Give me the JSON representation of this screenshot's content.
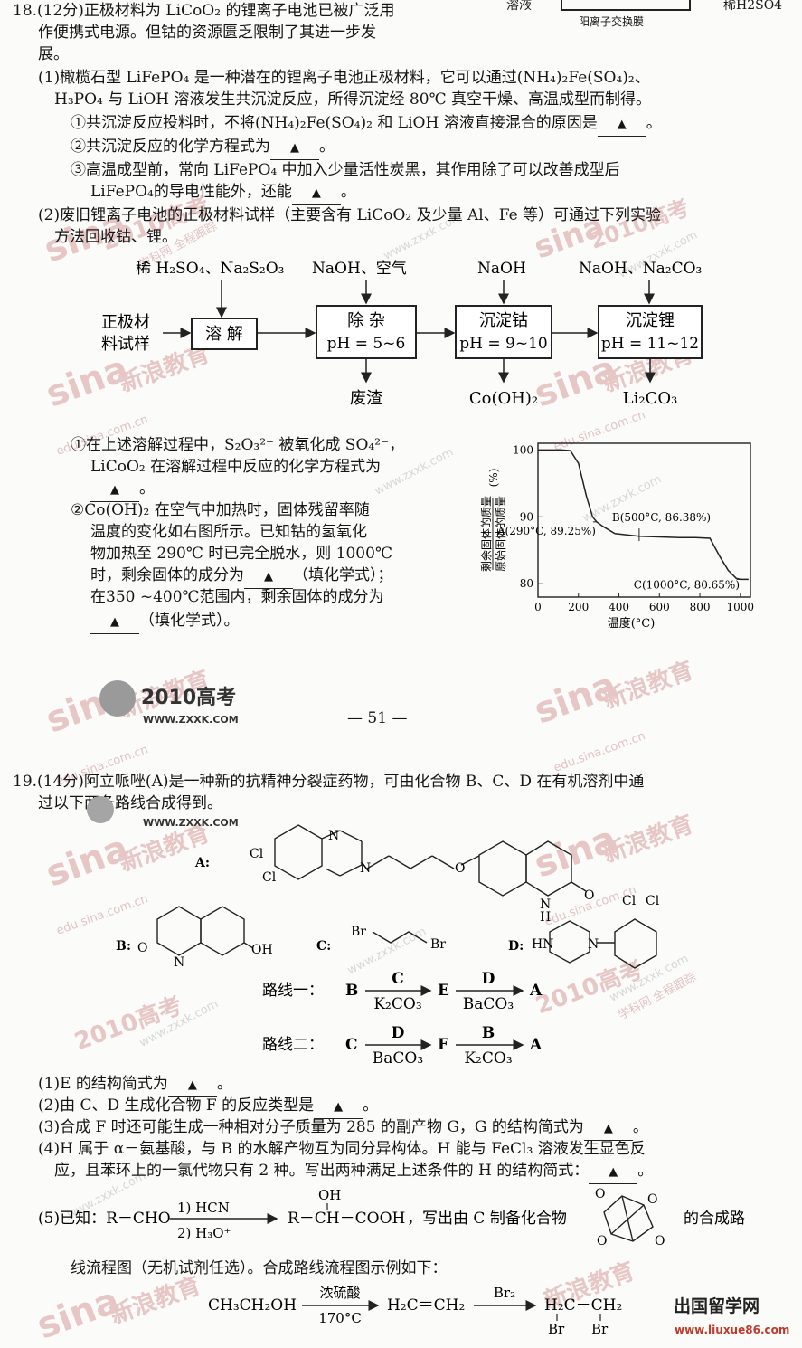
{
  "watermarks": {
    "sina": "sina",
    "xinlang": "新浪教育",
    "edu": "edu.sina.com.cn",
    "zxxk": "www.zxxk.com",
    "gaokao": "2010高考",
    "xuekewang": "学科网 全程跟踪"
  },
  "top_fragment": {
    "left": "溶液",
    "right": "稀H2SO4",
    "membrane": "阳离子交换膜"
  },
  "q18": {
    "head": "18.(12分)正极材料为 LiCoO₂ 的锂离子电池已被广泛用",
    "line2": "作便携式电源。但钴的资源匮乏限制了其进一步发",
    "line3": "展。",
    "p1": "(1)橄榄石型 LiFePO₄ 是一种潜在的锂离子电池正极材料，它可以通过(NH₄)₂Fe(SO₄)₂、",
    "p1b": "H₃PO₄ 与 LiOH 溶液发生共沉淀反应，所得沉淀经 80℃ 真空干燥、高温成型而制得。",
    "s1": "①共沉淀反应投料时，不将(NH₄)₂Fe(SO₄)₂ 和 LiOH 溶液直接混合的原因是",
    "s2": "②共沉淀反应的化学方程式为",
    "s3": "③高温成型前，常向 LiFePO₄ 中加入少量活性炭黑，其作用除了可以改善成型后",
    "s3b": "LiFePO₄的导电性能外，还能",
    "p2": "(2)废旧锂离子电池的正极材料试样（主要含有 LiCoO₂ 及少量 Al、Fe 等）可通过下列实验",
    "p2b": "方法回收钴、锂。",
    "flow": {
      "reagent1": "稀 H₂SO₄、Na₂S₂O₃",
      "reagent2": "NaOH、空气",
      "reagent3": "NaOH",
      "reagent4": "NaOH、Na₂CO₃",
      "start1": "正极材",
      "start2": "料试样",
      "b1": "溶 解",
      "b2a": "除 杂",
      "b2b": "pH = 5~6",
      "b3a": "沉淀钴",
      "b3b": "pH = 9~10",
      "b4a": "沉淀锂",
      "b4b": "pH = 11~12",
      "out2": "废渣",
      "out3": "Co(OH)₂",
      "out4": "Li₂CO₃"
    },
    "c1": "①在上述溶解过程中，S₂O₃²⁻ 被氧化成 SO₄²⁻，",
    "c1b": "LiCoO₂ 在溶解过程中反应的化学方程式为",
    "c2": "②Co(OH)₂ 在空气中加热时，固体残留率随",
    "c2b": "温度的变化如右图所示。已知钴的氢氧化",
    "c2c": "物加热至 290℃ 时已完全脱水，则 1000℃",
    "c2d": "时，剩余固体的成分为",
    "c2d_tail": "（填化学式）；",
    "c2e": "在350 ~400℃范围内，剩余固体的成分为",
    "c2f_tail": "（填化学式）。",
    "answer_mark": "▲"
  },
  "chart_data": {
    "type": "line",
    "xlabel": "温度(°C)",
    "ylabel_num": "剩余固体的质量",
    "ylabel_den": "原始固体的质量",
    "ylabel_unit": "(%)",
    "x_ticks": [
      "0",
      "200",
      "400",
      "600",
      "800",
      "1000"
    ],
    "y_ticks": [
      "80",
      "90",
      "100"
    ],
    "xlim": [
      0,
      1050
    ],
    "ylim": [
      78,
      101
    ],
    "series": [
      {
        "x": [
          0,
          120,
          160,
          200,
          240,
          270,
          290,
          320,
          380,
          500,
          600,
          700,
          780,
          850,
          900,
          940,
          980,
          1000,
          1040
        ],
        "y": [
          100,
          100,
          99.9,
          98,
          93,
          90,
          89.25,
          88.6,
          87.5,
          87.1,
          87.0,
          86.9,
          86.9,
          86.8,
          84,
          82,
          80.8,
          80.65,
          80.65
        ]
      }
    ],
    "annotations": [
      {
        "x": 500,
        "y": 86.38,
        "label": "B(500°C, 86.38%)"
      },
      {
        "x": 290,
        "y": 89.25,
        "label": "A(290°C, 89.25%)"
      },
      {
        "x": 1000,
        "y": 80.65,
        "label": "C(1000°C, 80.65%)"
      }
    ]
  },
  "page_footer": {
    "logo_text": "2010高考",
    "logo_url": "WWW.ZXXK.COM",
    "page_num": "— 51 —"
  },
  "q19": {
    "head": "19.(14分)阿立哌唑(A)是一种新的抗精神分裂症药物，可由化合物 B、C、D 在有机溶剂中通",
    "head2": "过以下两条路线合成得到。",
    "label_a": "A:",
    "label_b": "B:",
    "label_c": "C:",
    "label_d": "D:",
    "atoms": {
      "cl": "Cl",
      "n": "N",
      "nh": "NH",
      "hn": "HN",
      "o": "O",
      "oh": "OH",
      "br": "Br",
      "h": "H"
    },
    "route1": "路线一：",
    "route2": "路线二：",
    "r1": {
      "s1": "B",
      "a1_top": "C",
      "a1_bot": "K₂CO₃",
      "s2": "E",
      "a2_top": "D",
      "a2_bot": "BaCO₃",
      "s3": "A"
    },
    "r2": {
      "s1": "C",
      "a1_top": "D",
      "a1_bot": "BaCO₃",
      "s2": "F",
      "a2_top": "B",
      "a2_bot": "K₂CO₃",
      "s3": "A"
    },
    "q1": "(1)E 的结构简式为",
    "q2": "(2)由 C、D 生成化合物 F 的反应类型是",
    "q3": "(3)合成 F 时还可能生成一种相对分子质量为 285 的副产物 G，G 的结构简式为",
    "q4": "(4)H 属于 α－氨基酸，与 B 的水解产物互为同分异构体。H 能与 FeCl₃ 溶液发生显色反",
    "q4b": "应，且苯环上的一氯代物只有 2 种。写出两种满足上述条件的 H 的结构简式：",
    "q5_pre": "(5)已知：R－CHO",
    "q5_r1": "1)  HCN",
    "q5_r2": "2)  H₃O⁺",
    "q5_prod_r": "R－CH－COOH",
    "q5_oh": "OH",
    "q5_post": "，写出由 C 制备化合物",
    "q5_tail": "的合成路",
    "q5b": "线流程图（无机试剂任选）。合成路线流程图示例如下：",
    "ex": {
      "s1": "CH₃CH₂OH",
      "a1_top": "浓硫酸",
      "a1_bot": "170°C",
      "s2": "H₂C＝CH₂",
      "a2_top": "Br₂",
      "s3": "H₂C－CH₂",
      "br": "Br"
    }
  },
  "corner_logo": {
    "title": "出国留学网",
    "url": "www.liuxue86.com"
  }
}
